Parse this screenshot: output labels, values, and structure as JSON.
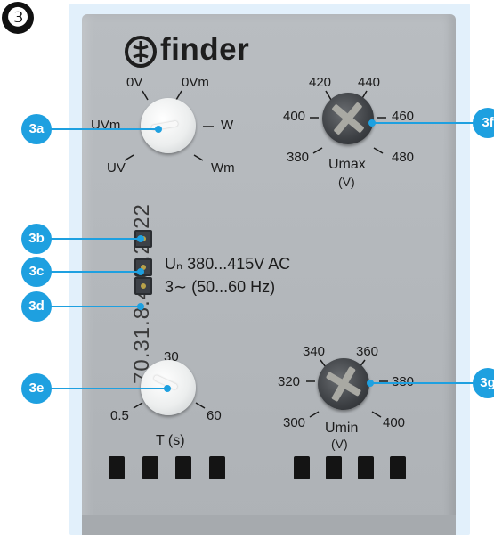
{
  "step_number": "❸",
  "brand": {
    "name": "finder"
  },
  "serial_number": "70.31.8.400.2022",
  "rating": {
    "voltage": "Uₙ 380...415V AC",
    "phase": "3∼ (50...60 Hz)"
  },
  "dials": {
    "mode": {
      "labels": {
        "0v": "0V",
        "0vm": "0Vm",
        "uvm": "UVm",
        "w": "W",
        "uv": "UV",
        "wm": "Wm"
      }
    },
    "umax": {
      "labels": [
        "420",
        "440",
        "400",
        "460",
        "380",
        "480"
      ],
      "caption": "Umax",
      "unit": "(V)"
    },
    "umin": {
      "labels": [
        "340",
        "360",
        "320",
        "380",
        "300",
        "400"
      ],
      "caption": "Umin",
      "unit": "(V)"
    },
    "time": {
      "labels": [
        "30",
        "0.5",
        "60"
      ],
      "caption": "T (s)"
    }
  },
  "callouts": [
    "3a",
    "3b",
    "3c",
    "3d",
    "3e",
    "3f",
    "3g"
  ],
  "colors": {
    "callout": "#1ea0e0",
    "panel": "#b7bbbf",
    "print": "#1b1b1b"
  }
}
